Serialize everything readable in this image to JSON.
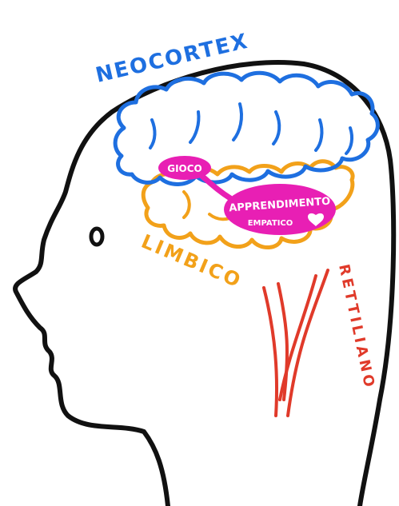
{
  "labels": {
    "neocortex": "NEOCORTEX",
    "limbico": "LIMBICO",
    "rettiliano": "RETTILIANO",
    "gioco": "GIOCO",
    "apprendimento": "APPRENDIMENTO",
    "empatico": "EMPATICO"
  },
  "colors": {
    "outline": "#111111",
    "neocortex": "#1e6fe0",
    "limbico": "#f2a11a",
    "rettiliano": "#e03a2a",
    "bubble": "#e81fb4",
    "bubble_text": "#ffffff"
  },
  "icons": {
    "heart": "heart-icon"
  }
}
